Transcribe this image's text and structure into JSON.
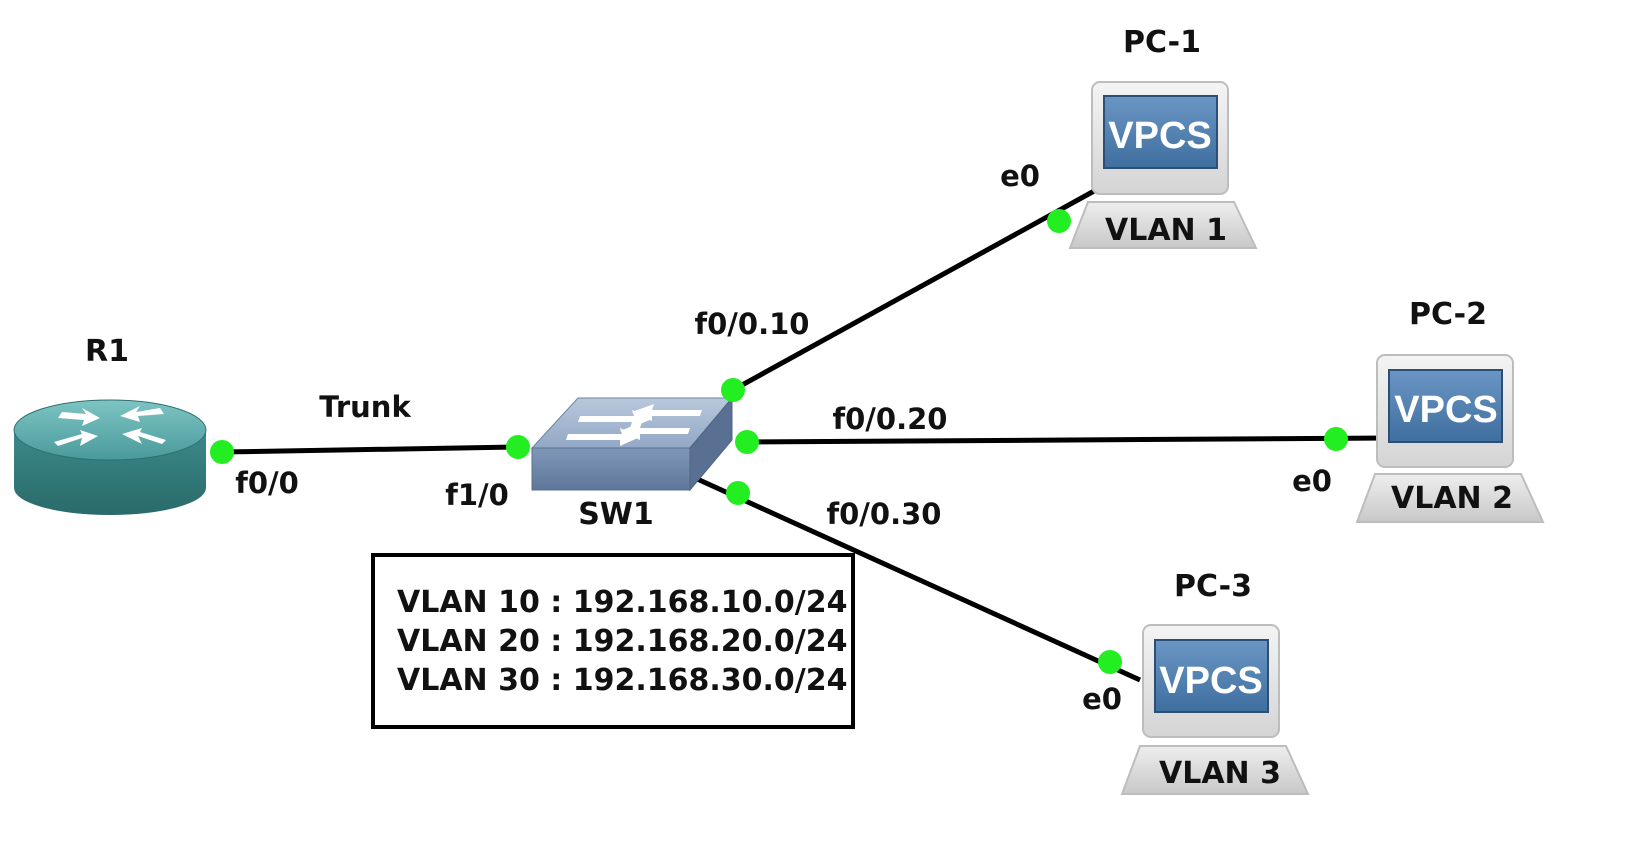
{
  "nodes": {
    "r1": {
      "name": "R1",
      "port": "f0/0"
    },
    "sw1": {
      "name": "SW1",
      "trunk_port": "f1/0"
    },
    "pc1": {
      "name": "PC-1",
      "screen": "VPCS",
      "vlan_tag": "VLAN 1",
      "port": "e0"
    },
    "pc2": {
      "name": "PC-2",
      "screen": "VPCS",
      "vlan_tag": "VLAN 2",
      "port": "e0"
    },
    "pc3": {
      "name": "PC-3",
      "screen": "VPCS",
      "vlan_tag": "VLAN 3",
      "port": "e0"
    }
  },
  "links": {
    "trunk_label": "Trunk",
    "sw_to_pc1": "f0/0.10",
    "sw_to_pc2": "f0/0.20",
    "sw_to_pc3": "f0/0.30"
  },
  "info_box": {
    "lines": [
      "VLAN 10 : 192.168.10.0/24",
      "VLAN 20 : 192.168.20.0/24",
      "VLAN 30 : 192.168.30.0/24"
    ]
  },
  "colors": {
    "port_dot": "#22ee22",
    "router_body": "#3f8f8f",
    "switch_body": "#7f97b8",
    "vpcs_screen": "#4f7fb0"
  }
}
